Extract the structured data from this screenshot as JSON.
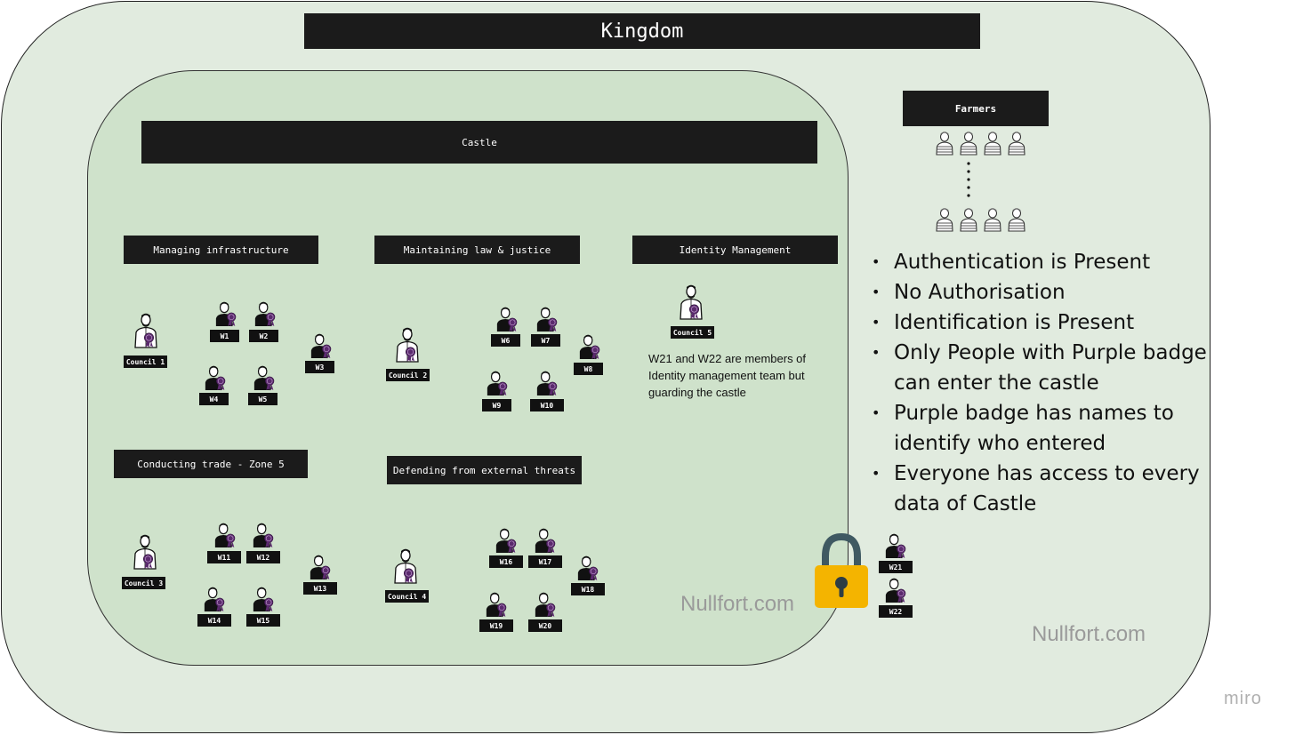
{
  "kingdom": {
    "title": "Kingdom"
  },
  "castle": {
    "title": "Castle"
  },
  "farmers": {
    "title": "Farmers"
  },
  "sections": {
    "infra": "Managing infrastructure",
    "law": "Maintaining law & justice",
    "identity": "Identity Management",
    "trade": "Conducting trade - Zone 5",
    "defense": "Defending from external threats"
  },
  "councils": {
    "c1": "Council 1",
    "c2": "Council 2",
    "c3": "Council 3",
    "c4": "Council 4",
    "c5": "Council 5"
  },
  "workers": {
    "w1": "W1",
    "w2": "W2",
    "w3": "W3",
    "w4": "W4",
    "w5": "W5",
    "w6": "W6",
    "w7": "W7",
    "w8": "W8",
    "w9": "W9",
    "w10": "W10",
    "w11": "W11",
    "w12": "W12",
    "w13": "W13",
    "w14": "W14",
    "w15": "W15",
    "w16": "W16",
    "w17": "W17",
    "w18": "W18",
    "w19": "W19",
    "w20": "W20",
    "w21": "W21",
    "w22": "W22"
  },
  "note": "W21 and W22 are members of Identity management team but guarding the castle",
  "bullets": [
    "Authentication is Present",
    "No Authorisation",
    "Identification is Present",
    "Only People with Purple badge can enter the castle",
    "Purple badge has names to identify who entered",
    "Everyone has access to every data of Castle"
  ],
  "watermarks": {
    "inner": "Nullfort.com",
    "outer": "Nullfort.com"
  },
  "miro": "miro",
  "colors": {
    "badge": "#5b2a6e",
    "lock_body": "#f4b400",
    "lock_shackle": "#3f5962",
    "kingdom_bg": "#e1ebdf",
    "castle_bg": "#cfe2cb"
  }
}
